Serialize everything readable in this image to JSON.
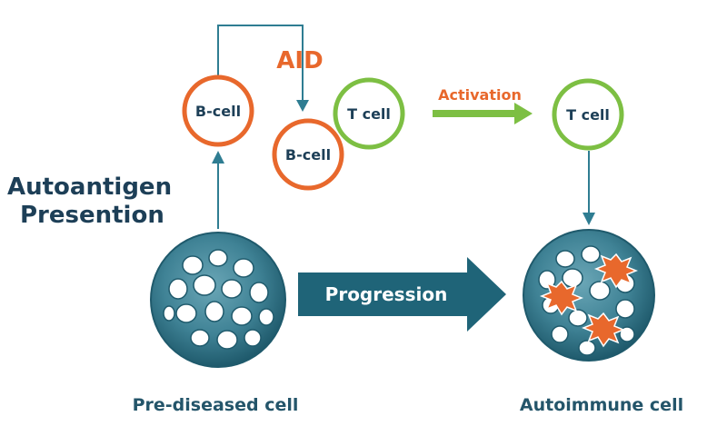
{
  "labels": {
    "aid": "AID",
    "b_cell_1": "B-cell",
    "b_cell_2": "B-cell",
    "t_cell_1": "T cell",
    "t_cell_2": "T cell",
    "activation": "Activation",
    "autoantigen_line1": "Autoantigen",
    "autoantigen_line2": "Presention",
    "progression": "Progression",
    "pre_diseased": "Pre-diseased cell",
    "autoimmune": "Autoimmune cell"
  },
  "colors": {
    "orange": "#e8682c",
    "green": "#7dbf43",
    "teal_dark": "#1f6478",
    "teal_mid": "#2f7d92",
    "navy_text": "#1d3f57",
    "teal_text": "#24556a",
    "burst": "#e8682c"
  }
}
